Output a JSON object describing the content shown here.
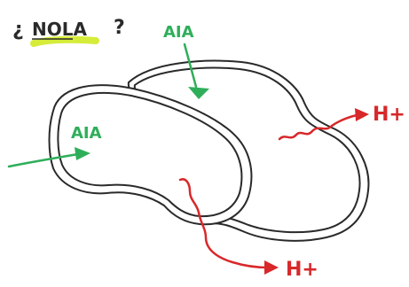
{
  "title": {
    "prefix": "¿",
    "word": "NOLA",
    "suffix": "?"
  },
  "labels": {
    "aia_top": "AIA",
    "aia_left": "AIA",
    "h_right": "H+",
    "h_bottom": "H+"
  },
  "colors": {
    "ink": "#2a2a2a",
    "green": "#2fae5a",
    "red": "#d8282a",
    "highlight": "#d6ec3a",
    "background": "#ffffff"
  }
}
